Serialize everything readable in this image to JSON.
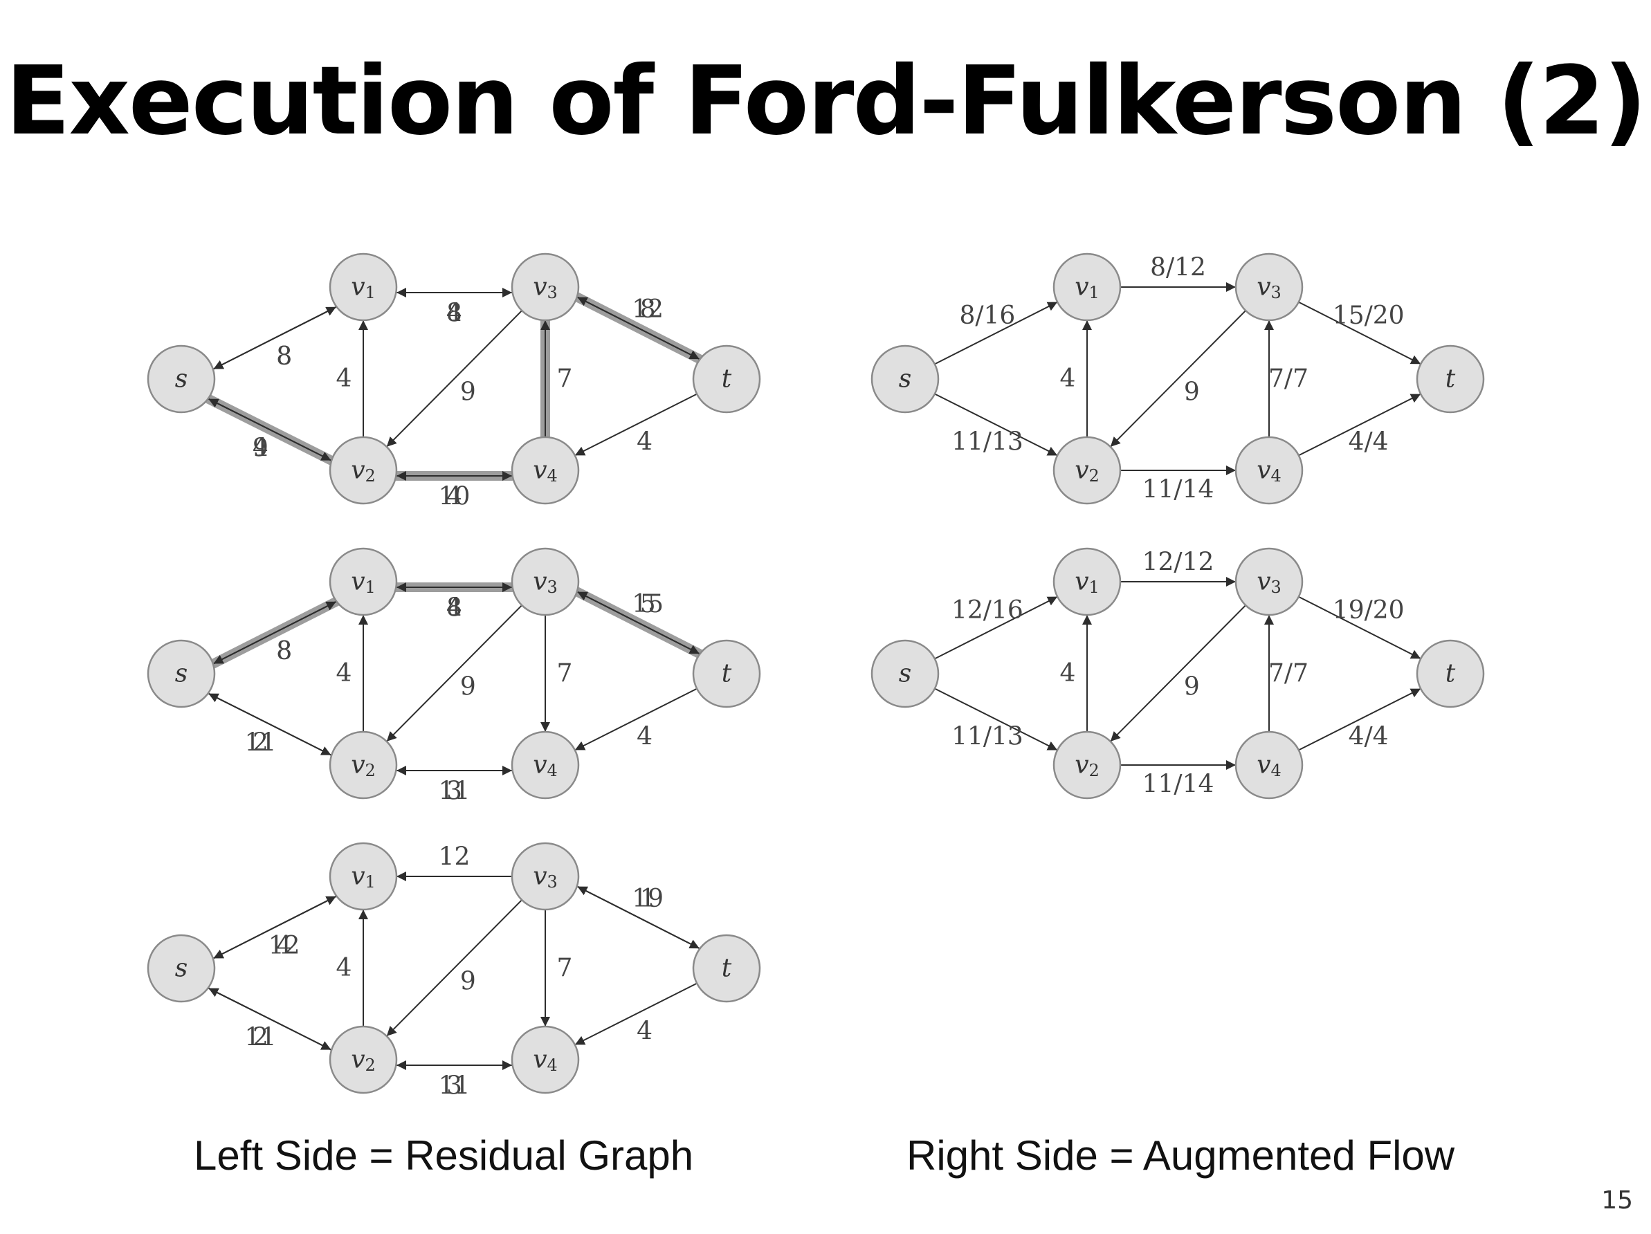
{
  "title": "Execution of Ford-Fulkerson (2)",
  "captions": {
    "left": "Left Side = Residual Graph",
    "right": "Right Side = Augmented Flow"
  },
  "page_number": "15",
  "node_labels": {
    "s": "s",
    "v1": "v",
    "v2": "v",
    "v3": "v",
    "v4": "v",
    "t": "t"
  },
  "node_subscripts": {
    "v1": "1",
    "v2": "2",
    "v3": "3",
    "v4": "4"
  },
  "graphs": [
    {
      "id": "residual-1",
      "edges": [
        {
          "from": "s",
          "to": "v1",
          "label": "8"
        },
        {
          "from": "v1",
          "to": "s",
          "label": "8"
        },
        {
          "from": "s",
          "to": "v2",
          "label": "9",
          "highlight": true
        },
        {
          "from": "v2",
          "to": "s",
          "label": "4"
        },
        {
          "from": "v1",
          "to": "v3",
          "label": "4"
        },
        {
          "from": "v3",
          "to": "v1",
          "label": "8"
        },
        {
          "from": "v2",
          "to": "v1",
          "label": "4"
        },
        {
          "from": "v3",
          "to": "v2",
          "label": "9"
        },
        {
          "from": "v2",
          "to": "v4",
          "label": "10",
          "highlight": true
        },
        {
          "from": "v4",
          "to": "v2",
          "label": "4"
        },
        {
          "from": "v4",
          "to": "v3",
          "label": "7",
          "highlight": true
        },
        {
          "from": "v3",
          "to": "t",
          "label": "12",
          "highlight": true
        },
        {
          "from": "t",
          "to": "v3",
          "label": "8"
        },
        {
          "from": "t",
          "to": "v4",
          "label": "4"
        }
      ]
    },
    {
      "id": "flow-1",
      "edges": [
        {
          "from": "s",
          "to": "v1",
          "label": "8/16"
        },
        {
          "from": "s",
          "to": "v2",
          "label": "11/13"
        },
        {
          "from": "v1",
          "to": "v3",
          "label": "8/12"
        },
        {
          "from": "v2",
          "to": "v1",
          "label": "4"
        },
        {
          "from": "v3",
          "to": "v2",
          "label": "9"
        },
        {
          "from": "v2",
          "to": "v4",
          "label": "11/14"
        },
        {
          "from": "v4",
          "to": "v3",
          "label": "7/7"
        },
        {
          "from": "v3",
          "to": "t",
          "label": "15/20"
        },
        {
          "from": "v4",
          "to": "t",
          "label": "4/4"
        }
      ]
    },
    {
      "id": "residual-2",
      "edges": [
        {
          "from": "s",
          "to": "v1",
          "label": "8",
          "highlight": true
        },
        {
          "from": "v1",
          "to": "s",
          "label": "8"
        },
        {
          "from": "s",
          "to": "v2",
          "label": "11"
        },
        {
          "from": "v2",
          "to": "s",
          "label": "2"
        },
        {
          "from": "v1",
          "to": "v3",
          "label": "4",
          "highlight": true
        },
        {
          "from": "v3",
          "to": "v1",
          "label": "8"
        },
        {
          "from": "v2",
          "to": "v1",
          "label": "4"
        },
        {
          "from": "v3",
          "to": "v2",
          "label": "9"
        },
        {
          "from": "v2",
          "to": "v4",
          "label": "3"
        },
        {
          "from": "v4",
          "to": "v2",
          "label": "11"
        },
        {
          "from": "v3",
          "to": "v4",
          "label": "7"
        },
        {
          "from": "v3",
          "to": "t",
          "label": "5",
          "highlight": true
        },
        {
          "from": "t",
          "to": "v3",
          "label": "15"
        },
        {
          "from": "t",
          "to": "v4",
          "label": "4"
        }
      ]
    },
    {
      "id": "flow-2",
      "edges": [
        {
          "from": "s",
          "to": "v1",
          "label": "12/16"
        },
        {
          "from": "s",
          "to": "v2",
          "label": "11/13"
        },
        {
          "from": "v1",
          "to": "v3",
          "label": "12/12"
        },
        {
          "from": "v2",
          "to": "v1",
          "label": "4"
        },
        {
          "from": "v3",
          "to": "v2",
          "label": "9"
        },
        {
          "from": "v2",
          "to": "v4",
          "label": "11/14"
        },
        {
          "from": "v4",
          "to": "v3",
          "label": "7/7"
        },
        {
          "from": "v3",
          "to": "t",
          "label": "19/20"
        },
        {
          "from": "v4",
          "to": "t",
          "label": "4/4"
        }
      ]
    },
    {
      "id": "residual-3",
      "edges": [
        {
          "from": "s",
          "to": "v1",
          "label": "4"
        },
        {
          "from": "v1",
          "to": "s",
          "label": "12"
        },
        {
          "from": "s",
          "to": "v2",
          "label": "11"
        },
        {
          "from": "v2",
          "to": "s",
          "label": "2"
        },
        {
          "from": "v3",
          "to": "v1",
          "label": "12"
        },
        {
          "from": "v2",
          "to": "v1",
          "label": "4"
        },
        {
          "from": "v3",
          "to": "v2",
          "label": "9"
        },
        {
          "from": "v2",
          "to": "v4",
          "label": "3"
        },
        {
          "from": "v4",
          "to": "v2",
          "label": "11"
        },
        {
          "from": "v3",
          "to": "v4",
          "label": "7"
        },
        {
          "from": "v3",
          "to": "t",
          "label": "1"
        },
        {
          "from": "t",
          "to": "v3",
          "label": "19"
        },
        {
          "from": "t",
          "to": "v4",
          "label": "4"
        }
      ]
    }
  ]
}
